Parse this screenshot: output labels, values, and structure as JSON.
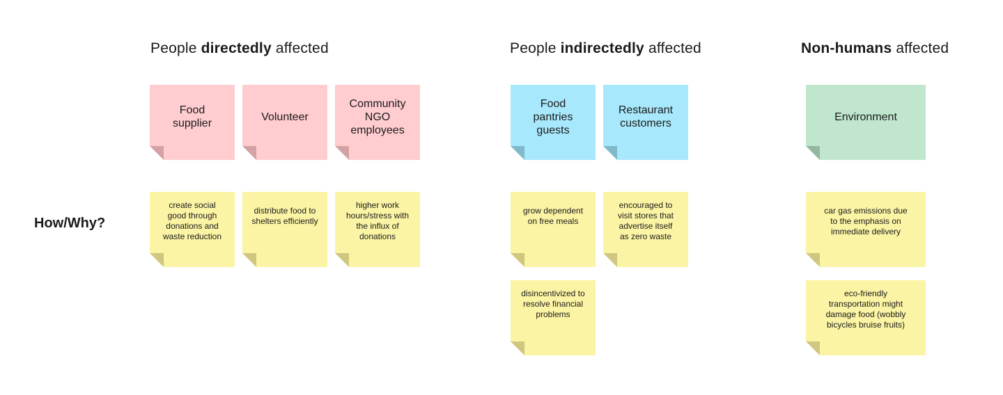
{
  "headings": [
    {
      "pre": "People ",
      "bold": "directedly",
      "post": " affected"
    },
    {
      "pre": "People ",
      "bold": "indirectedly",
      "post": " affected"
    },
    {
      "pre": "",
      "bold": "Non-humans",
      "post": " affected"
    }
  ],
  "row_label": "How/Why?",
  "stakeholders": {
    "direct": [
      "Food supplier",
      "Volunteer",
      "Community NGO employees"
    ],
    "indirect": [
      "Food pantries guests",
      "Restaurant customers"
    ],
    "nonhuman": [
      "Environment"
    ]
  },
  "reasons": {
    "food_supplier": "create social good through donations and waste reduction",
    "volunteer": "distribute food to shelters efficiently",
    "ngo_employees": "higher work hours/stress with the influx of donations",
    "pantries_1": "grow dependent on free meals",
    "pantries_2": "disincentivized to resolve financial problems",
    "restaurant": "encouraged to visit stores that advertise itself as zero waste",
    "environment_1": "car gas emissions due to the emphasis on immediate delivery",
    "environment_2": "eco-friendly transportation might damage food (wobbly bicycles bruise fruits)"
  },
  "colors": {
    "direct": "#ffcdd0",
    "indirect": "#a8e8fc",
    "nonhuman": "#c0e7ce",
    "reason": "#fbf4a4"
  }
}
